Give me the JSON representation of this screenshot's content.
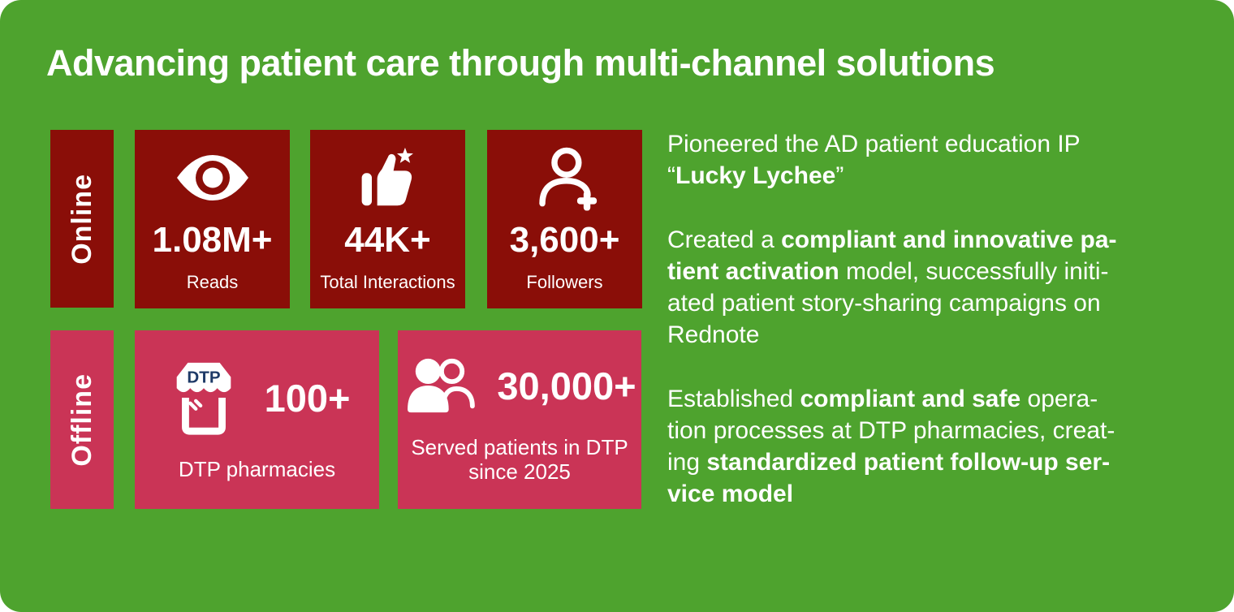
{
  "title": "Advancing patient care through multi-channel solutions",
  "colors": {
    "background_green": "#4ea32e",
    "online_dark_red": "#8a0e08",
    "offline_pink": "#ca3456",
    "text_white": "#ffffff",
    "dtp_navy": "#1e3a67"
  },
  "online": {
    "label": "Online",
    "cards": [
      {
        "icon": "eye-icon",
        "value": "1.08M+",
        "label": "Reads"
      },
      {
        "icon": "thumbs-up-star-icon",
        "value": "44K+",
        "label": "Total Interactions"
      },
      {
        "icon": "person-add-icon",
        "value": "3,600+",
        "label": "Followers"
      }
    ]
  },
  "offline": {
    "label": "Offline",
    "cards": [
      {
        "icon": "dtp-storefront-icon",
        "icon_text": "DTP",
        "value": "100+",
        "label": "DTP pharmacies"
      },
      {
        "icon": "patients-group-icon",
        "value": "30,000+",
        "label_line1": "Served patients in DTP",
        "label_line2": "since 2025"
      }
    ]
  },
  "highlights": {
    "paragraphs": [
      {
        "lines": [
          [
            {
              "t": "Pioneered the AD patient education IP"
            }
          ],
          [
            {
              "t": "“"
            },
            {
              "t": "Lucky Lychee",
              "b": 1
            },
            {
              "t": "”"
            }
          ]
        ]
      },
      {
        "lines": [
          [
            {
              "t": "Created a "
            },
            {
              "t": "compliant and innovative pa-",
              "b": 1
            }
          ],
          [
            {
              "t": "tient activation",
              "b": 1
            },
            {
              "t": " model, successfully initi-"
            }
          ],
          [
            {
              "t": "ated patient story-sharing campaigns on"
            }
          ],
          [
            {
              "t": "Rednote"
            }
          ]
        ]
      },
      {
        "lines": [
          [
            {
              "t": "Established "
            },
            {
              "t": "compliant and safe",
              "b": 1
            },
            {
              "t": " opera-"
            }
          ],
          [
            {
              "t": "tion processes at DTP pharmacies, creat-"
            }
          ],
          [
            {
              "t": "ing "
            },
            {
              "t": "standardized patient follow-up ser-",
              "b": 1
            }
          ],
          [
            {
              "t": "vice model",
              "b": 1
            }
          ]
        ]
      }
    ]
  }
}
